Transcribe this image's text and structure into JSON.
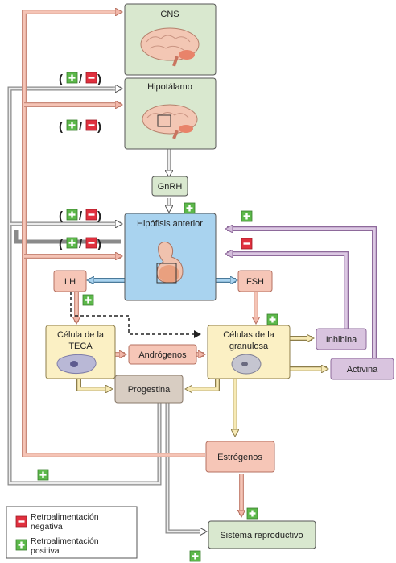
{
  "nodes": {
    "cns": "CNS",
    "hypothalamus": "Hipotálamo",
    "gnrh": "GnRH",
    "pituitary": "Hipófisis anterior",
    "lh": "LH",
    "fsh": "FSH",
    "theca": [
      "Célula de la",
      "TECA"
    ],
    "androgens": "Andrógenos",
    "granulosa": [
      "Células de la",
      "granulosa"
    ],
    "inhibin": "Inhibina",
    "activin": "Activina",
    "progestin": "Progestina",
    "estrogens": "Estrógenos",
    "reproductive": "Sistema reproductivo"
  },
  "feedback_marks": {
    "open": "(",
    "slash": "/",
    "close": ")"
  },
  "legend": {
    "negative": [
      "Retroalimentación",
      "negativa"
    ],
    "positive": [
      "Retroalimentación",
      "positiva"
    ]
  },
  "colors": {
    "green_box": "#d9e8cf",
    "blue_box": "#a9d3ef",
    "salmon_box": "#f6c6b7",
    "yellow_box": "#fbf0c4",
    "purple_box": "#d9c4df",
    "tan_box": "#d8cdc2",
    "positive": "#5cb84a",
    "negative": "#e0303e"
  }
}
